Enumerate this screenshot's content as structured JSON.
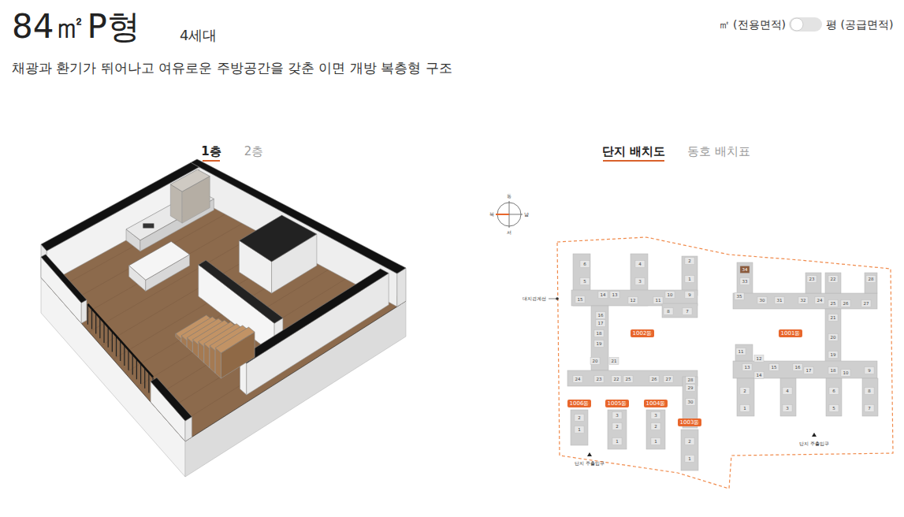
{
  "diagram": {
    "title": "84㎡P형",
    "nodes": [
      {
        "text": [
          "1002동"
        ]
      },
      {
        "text": [
          "1001동"
        ]
      },
      {
        "text": [
          "1006동"
        ]
      },
      {
        "text": [
          "1005동"
        ]
      },
      {
        "text": [
          "1004동"
        ]
      },
      {
        "text": [
          "1003동"
        ]
      }
    ],
    "labels": [
      "4세대",
      "채광과 환기가 뛰어나고 여유로운 주방공간을 갖춘 이면 개방 복층형 구조",
      "㎡ (전용면적)",
      "평 (공급면적)",
      "1층",
      "2층",
      "단지 배치도",
      "동호 배치표",
      "동",
      "북",
      "남",
      "서",
      "대지경계선",
      "6",
      "5",
      "15",
      "14",
      "13",
      "4",
      "3",
      "12",
      "11",
      "10",
      "9",
      "2",
      "1",
      "8",
      "7",
      "16",
      "17",
      "18",
      "19",
      "20",
      "21",
      "24",
      "23",
      "22",
      "25",
      "26",
      "27",
      "28",
      "29",
      "30",
      "34",
      "33",
      "35",
      "30",
      "31",
      "32",
      "24",
      "25",
      "26",
      "27",
      "23",
      "22",
      "28",
      "21",
      "20",
      "19",
      "11",
      "12",
      "13",
      "15",
      "14",
      "16",
      "17",
      "18",
      "10",
      "9",
      "2",
      "1",
      "4",
      "3",
      "6",
      "5",
      "8",
      "7",
      "2",
      "1",
      "3",
      "2",
      "1",
      "3",
      "2",
      "1",
      "2",
      "1",
      "단지 주출입구",
      "단지 주출입구"
    ]
  }
}
